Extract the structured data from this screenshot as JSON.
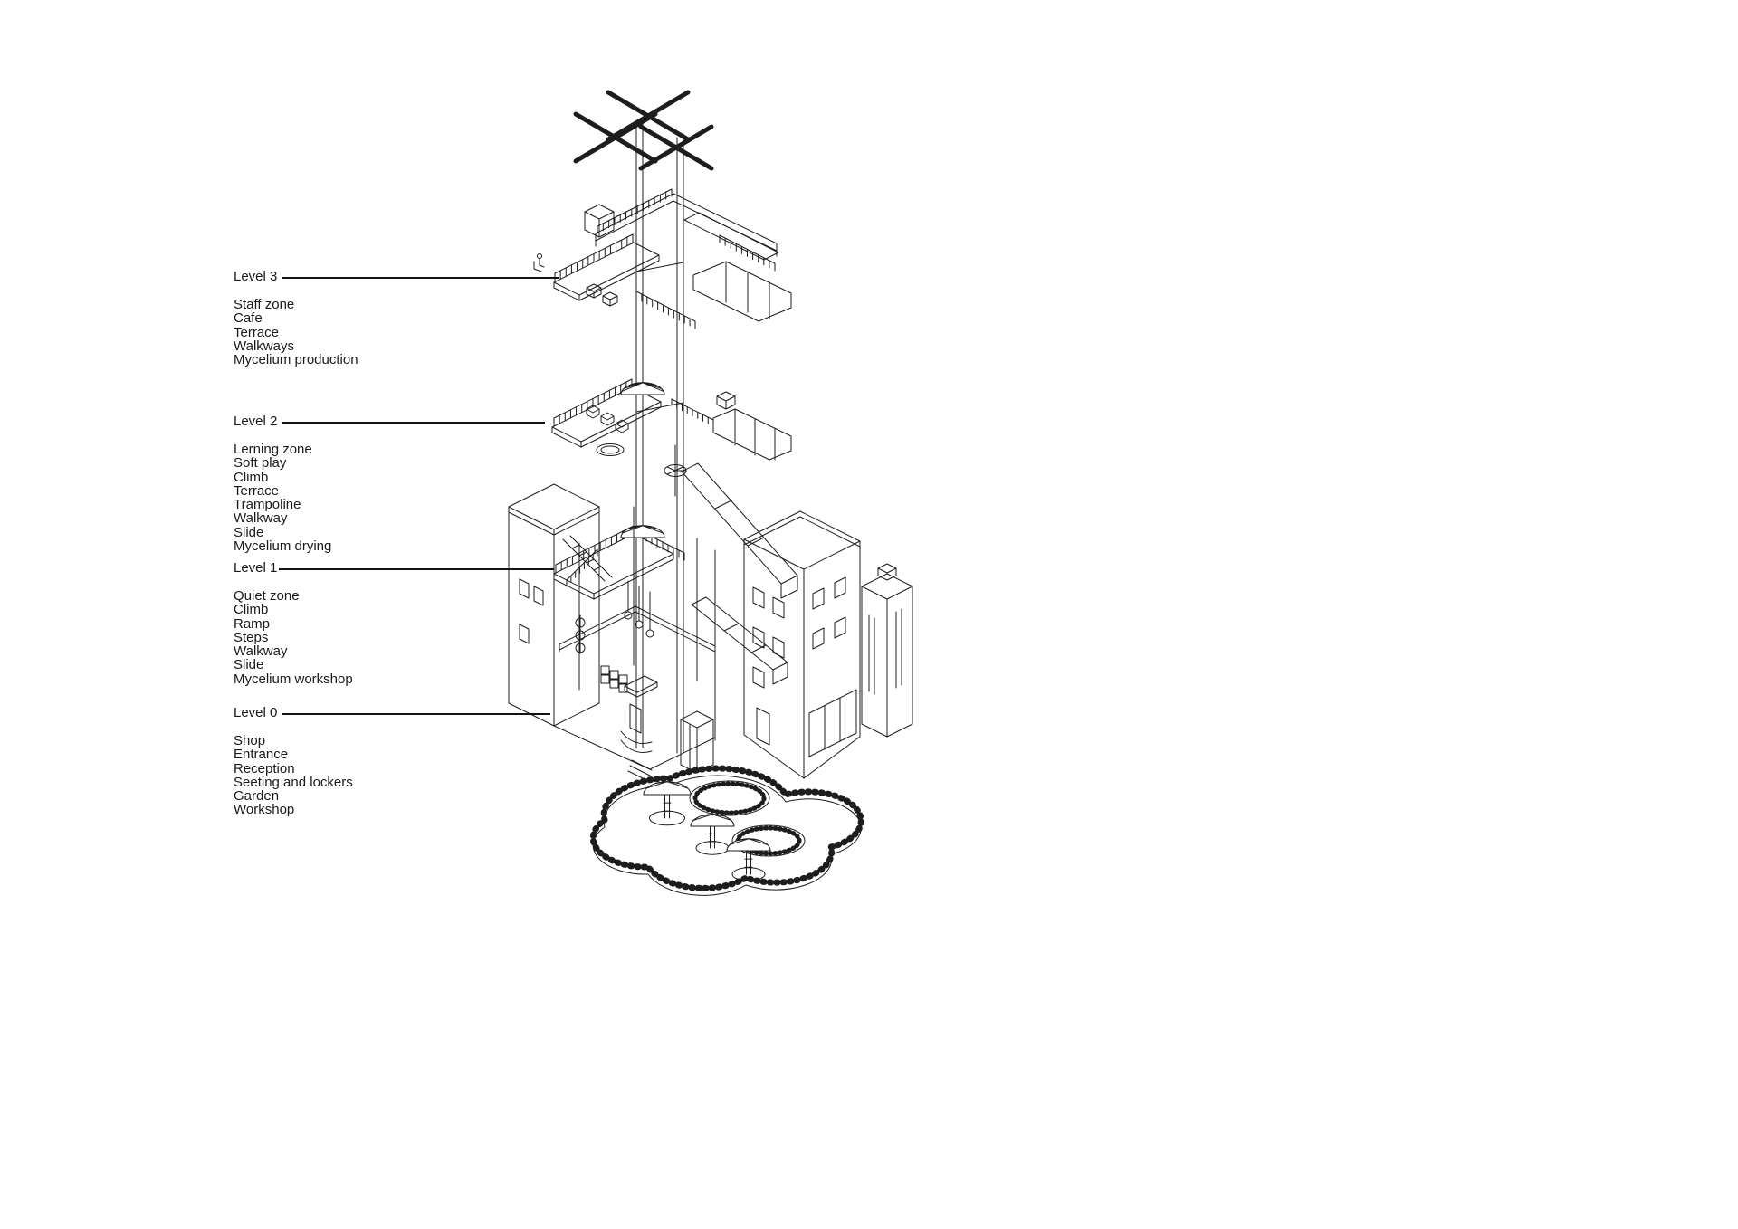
{
  "colors": {
    "line": "#1d1d1d",
    "leader": "#121212",
    "background": "#ffffff"
  },
  "legend": {
    "levels": [
      {
        "name": "Level 3",
        "items": [
          "Staff zone",
          "Cafe",
          "Terrace",
          "Walkways",
          "Mycelium production"
        ]
      },
      {
        "name": "Level 2",
        "items": [
          "Lerning zone",
          "Soft play",
          "Climb",
          "Terrace",
          "Trampoline",
          "Walkway",
          "Slide",
          "Mycelium drying"
        ]
      },
      {
        "name": "Level 1",
        "items": [
          "Quiet zone",
          "Climb",
          "Ramp",
          "Steps",
          "Walkway",
          "Slide",
          "Mycelium workshop"
        ]
      },
      {
        "name": "Level 0",
        "items": [
          "Shop",
          "Entrance",
          "Reception",
          "Seeting and lockers",
          "Garden",
          "Workshop"
        ]
      }
    ]
  }
}
